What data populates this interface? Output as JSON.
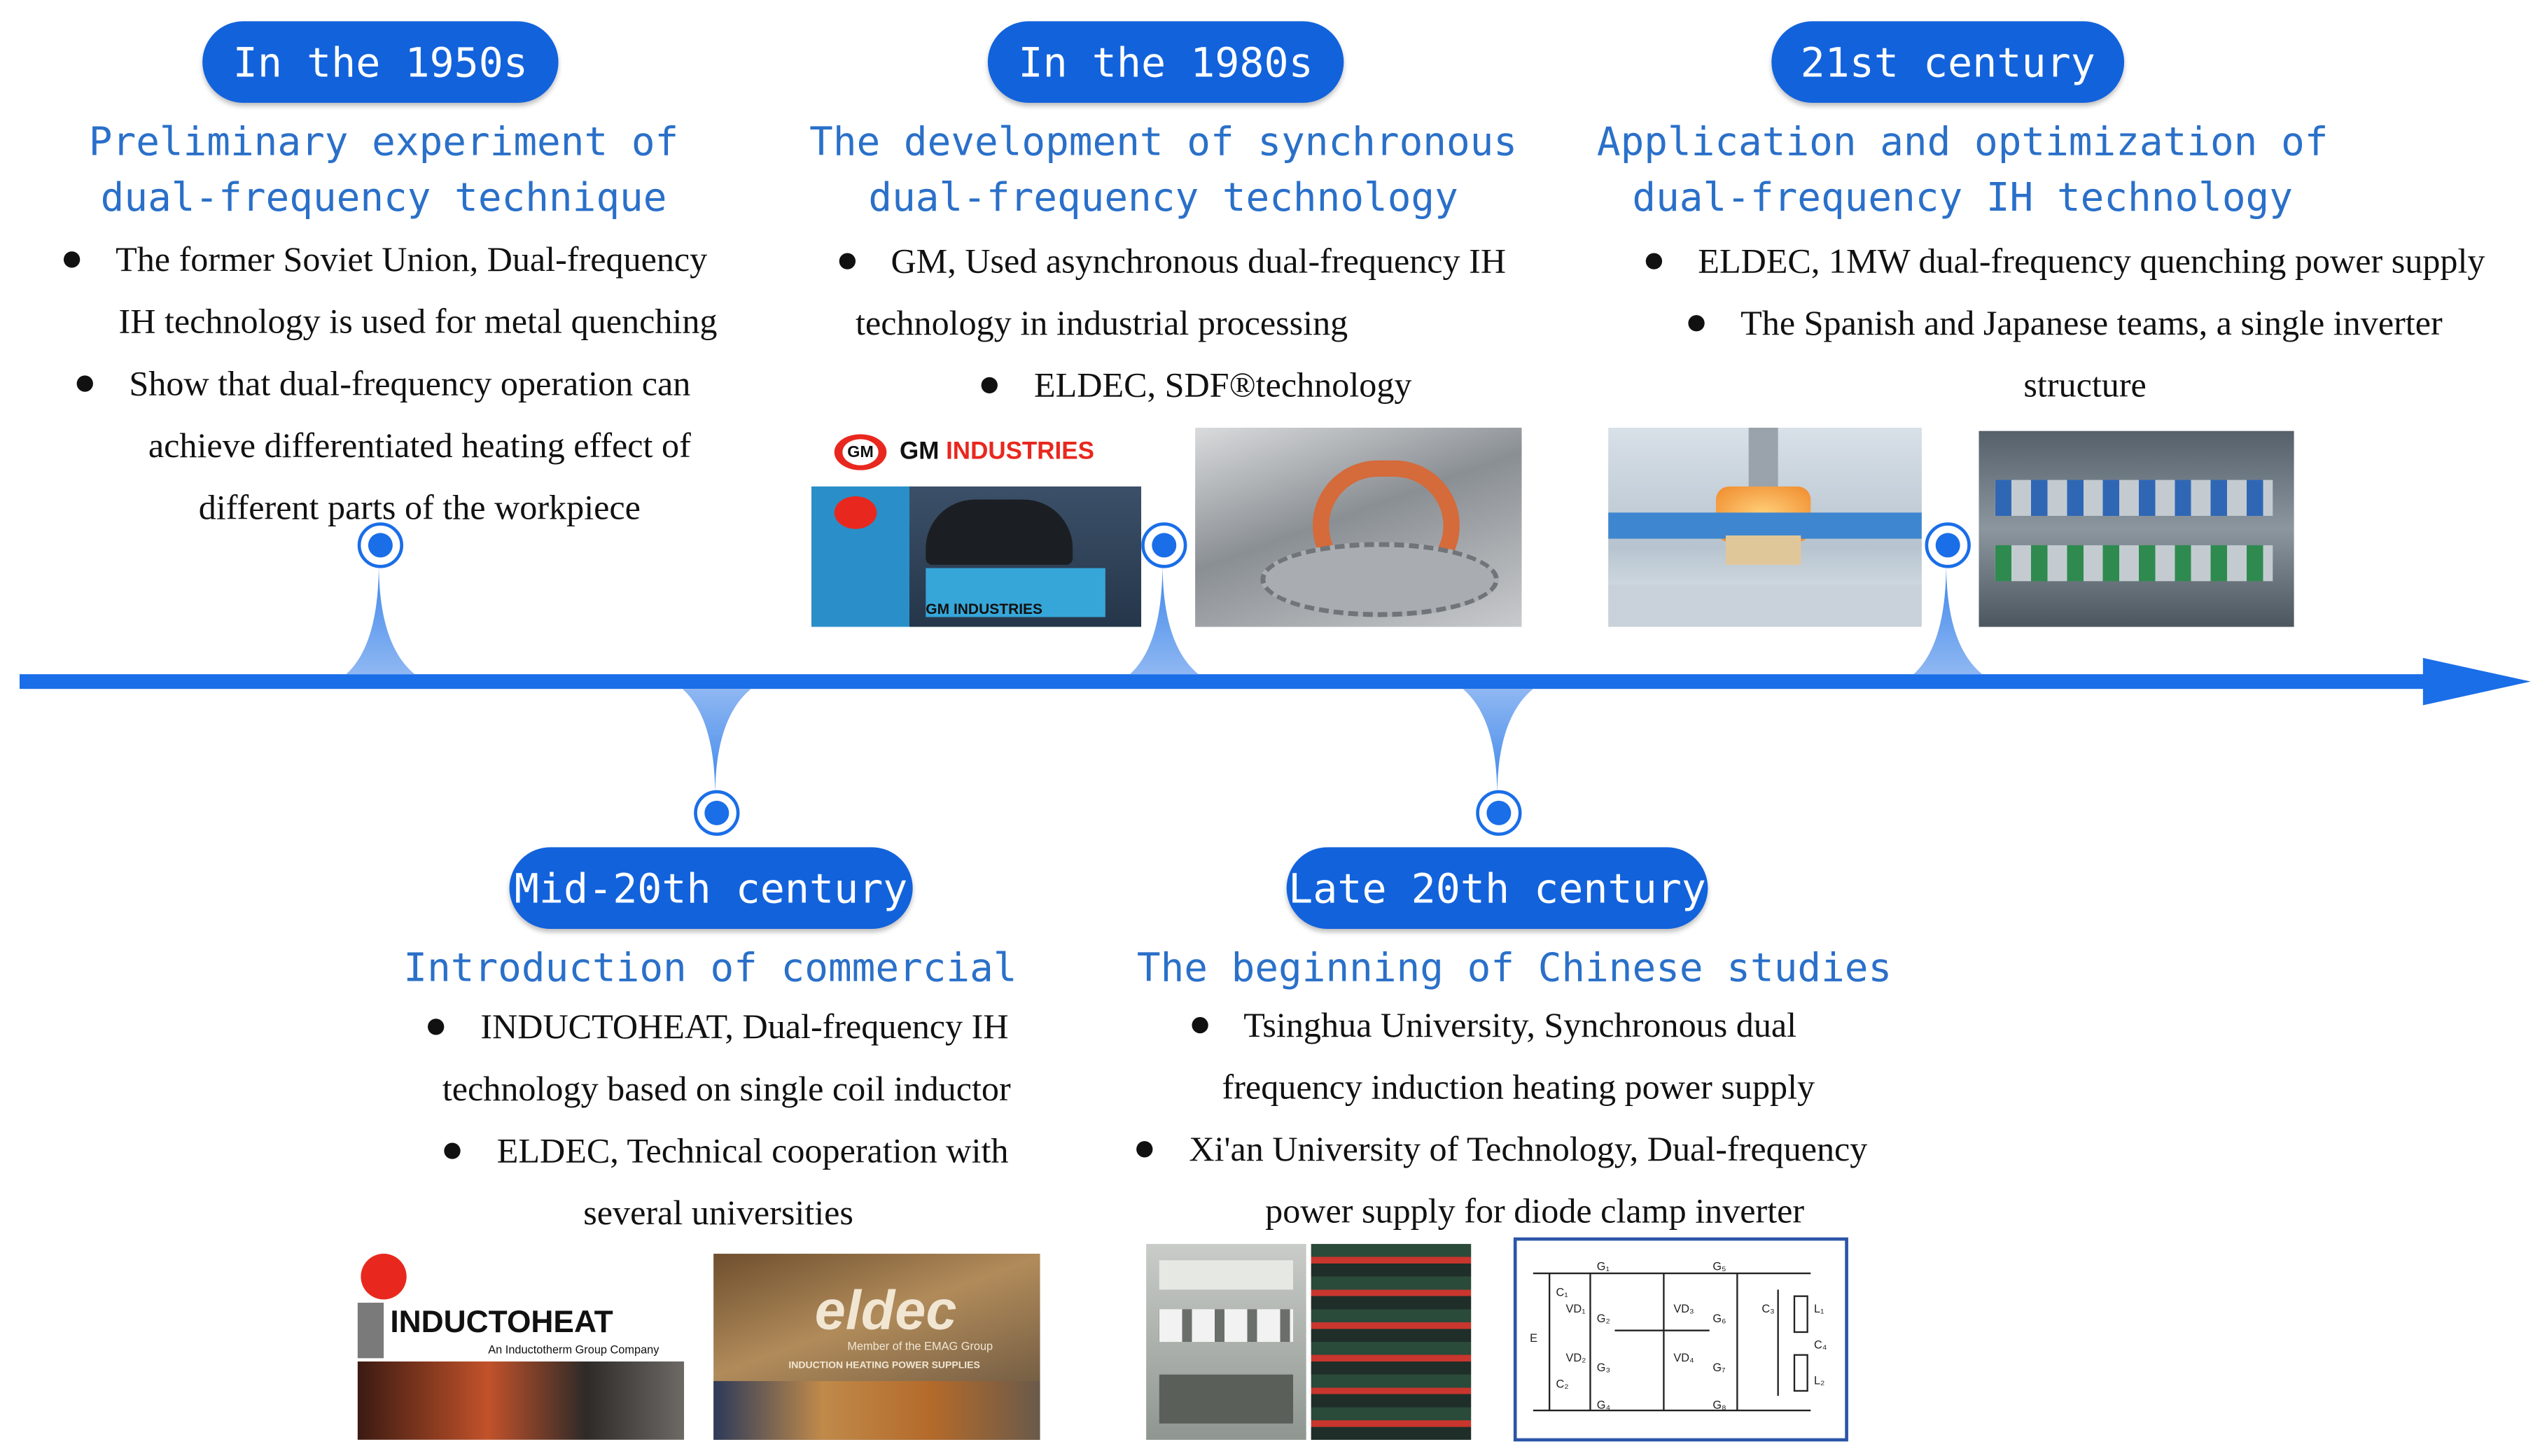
{
  "colors": {
    "primary": "#1262dc",
    "heading": "#2a70c9",
    "text": "#111111",
    "logo_red": "#e8281e"
  },
  "events": [
    {
      "era": "In the 1950s",
      "heading": [
        "Preliminary experiment of",
        "dual-frequency technique"
      ],
      "bullets": [
        [
          "The former Soviet Union, Dual-frequency",
          "IH technology is used for metal quenching"
        ],
        [
          "Show that dual-frequency operation can",
          "achieve differentiated heating effect of",
          "different parts of the workpiece"
        ]
      ]
    },
    {
      "era": "Mid-20th century",
      "heading": [
        "Introduction of commercial"
      ],
      "bullets": [
        [
          "INDUCTOHEAT, Dual-frequency IH",
          "technology based on single coil inductor"
        ],
        [
          "ELDEC, Technical cooperation with",
          "several universities"
        ]
      ]
    },
    {
      "era": "In the 1980s",
      "heading": [
        "The development of synchronous",
        "dual-frequency technology"
      ],
      "bullets": [
        [
          "GM, Used asynchronous dual-frequency IH",
          "technology in industrial processing"
        ],
        [
          "ELDEC, SDF®technology"
        ]
      ]
    },
    {
      "era": "Late 20th century",
      "heading": [
        "The beginning of Chinese studies"
      ],
      "bullets": [
        [
          "Tsinghua University, Synchronous dual",
          "frequency induction heating power supply"
        ],
        [
          "Xi'an University of Technology, Dual-frequency",
          "power supply for diode clamp inverter"
        ]
      ]
    },
    {
      "era": "21st century",
      "heading": [
        "Application and optimization of",
        "dual-frequency IH technology"
      ],
      "bullets": [
        [
          "ELDEC, 1MW dual-frequency quenching power supply"
        ],
        [
          "The Spanish and Japanese teams,  a single inverter",
          "structure"
        ]
      ]
    }
  ],
  "logos": {
    "gm": {
      "mark": "GM",
      "word1": "GM",
      "word2": "INDUSTRIES",
      "plate": "GM INDUSTRIES"
    },
    "inductoheat": {
      "name": "INDUCTOHEAT",
      "tagline": "An Inductotherm Group Company"
    },
    "eldec": {
      "name": "eldec",
      "tagline": "Member of the EMAG Group",
      "subline": "INDUCTION HEATING POWER SUPPLIES"
    }
  },
  "circuit": {
    "labels": [
      "G₁",
      "G₂",
      "G₃",
      "G₄",
      "G₅",
      "G₆",
      "G₇",
      "G₈",
      "VD₁",
      "VD₂",
      "VD₃",
      "VD₄",
      "C₁",
      "C₂",
      "C₃",
      "C₄",
      "L₁",
      "L₂",
      "E"
    ]
  }
}
